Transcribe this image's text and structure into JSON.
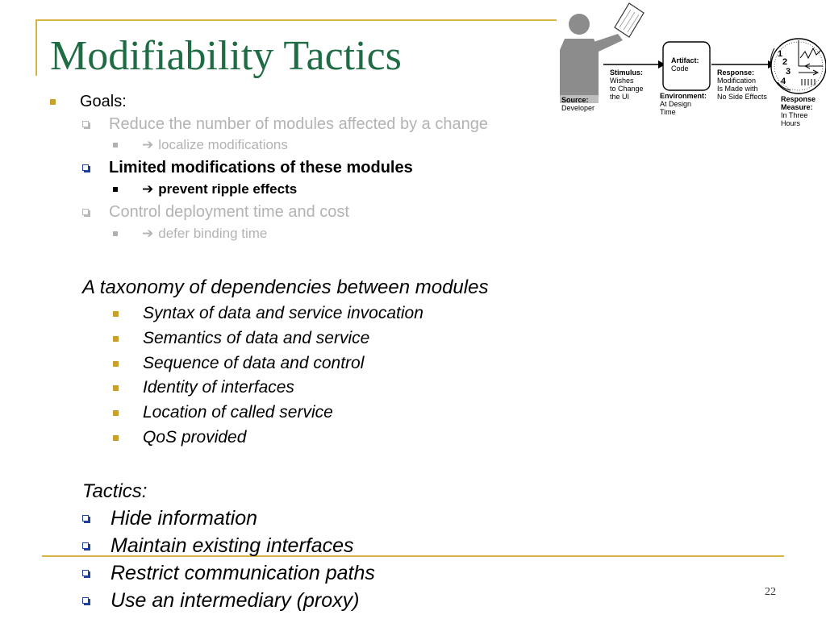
{
  "slide": {
    "title": "Modifiability Tactics",
    "page_number": "22"
  },
  "goals": {
    "label": "Goals:",
    "items": [
      {
        "text": "Reduce the number of modules affected by a change",
        "sub_arrow": "➔",
        "sub": "localize modifications",
        "state": "dimmed"
      },
      {
        "text": "Limited modifications of these modules",
        "sub_arrow": "➔",
        "sub": "prevent ripple effects",
        "state": "highlighted"
      },
      {
        "text": "Control deployment time and cost",
        "sub_arrow": "➔",
        "sub": "defer binding time",
        "state": "dimmed"
      }
    ]
  },
  "taxonomy": {
    "heading": "A taxonomy of dependencies between modules",
    "items": [
      "Syntax of data and service invocation",
      "Semantics of data and service",
      "Sequence of data and control",
      "Identity of interfaces",
      "Location of called service",
      "QoS provided"
    ]
  },
  "tactics": {
    "heading": "Tactics:",
    "items": [
      "Hide information",
      "Maintain existing interfaces",
      "Restrict communication paths",
      "Use an intermediary (proxy)"
    ]
  },
  "scenario": {
    "source_label": "Source:",
    "source_value": "Developer",
    "stimulus_label": "Stimulus:",
    "stimulus_lines": [
      "Wishes",
      "to Change",
      "the UI"
    ],
    "artifact_label": "Artifact:",
    "artifact_value": "Code",
    "environment_label": "Environment:",
    "environment_lines": [
      "At Design",
      "Time"
    ],
    "response_label": "Response:",
    "response_lines": [
      "Modification",
      "Is Made with",
      "No Side Effects"
    ],
    "measure_label_lines": [
      "Response",
      "Measure:"
    ],
    "measure_lines": [
      "In Three",
      "Hours"
    ],
    "dial_numbers": [
      "1",
      "2",
      "3",
      "4"
    ],
    "colors": {
      "figure": "#8c8c8c",
      "arrow": "#000000"
    }
  },
  "colors": {
    "title": "#1e6b44",
    "accent": "#c8a02c",
    "rule": "#d8b345",
    "dimmed_text": "#b3b3b3",
    "checkbox_bullet": "#1f3fa0"
  }
}
